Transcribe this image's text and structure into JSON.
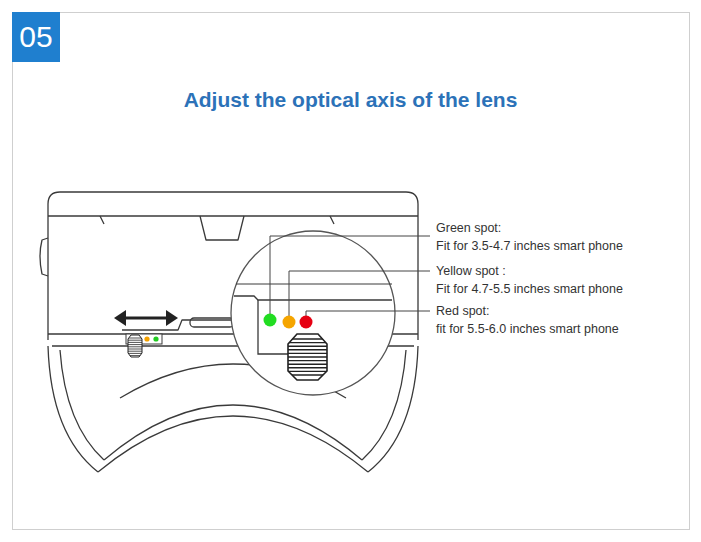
{
  "diagram": {
    "title": "Adjust the optical axis of the lens",
    "nodes": [
      {
        "text": [
          "05"
        ]
      }
    ],
    "labels": [
      "Green spot:",
      "Fit for 3.5-4.7 inches smart phone",
      "Yellow spot :",
      "Fit for 4.7-5.5 inches smart phone",
      "Red spot:",
      "fit for 5.5-6.0 inches smart phone"
    ]
  }
}
